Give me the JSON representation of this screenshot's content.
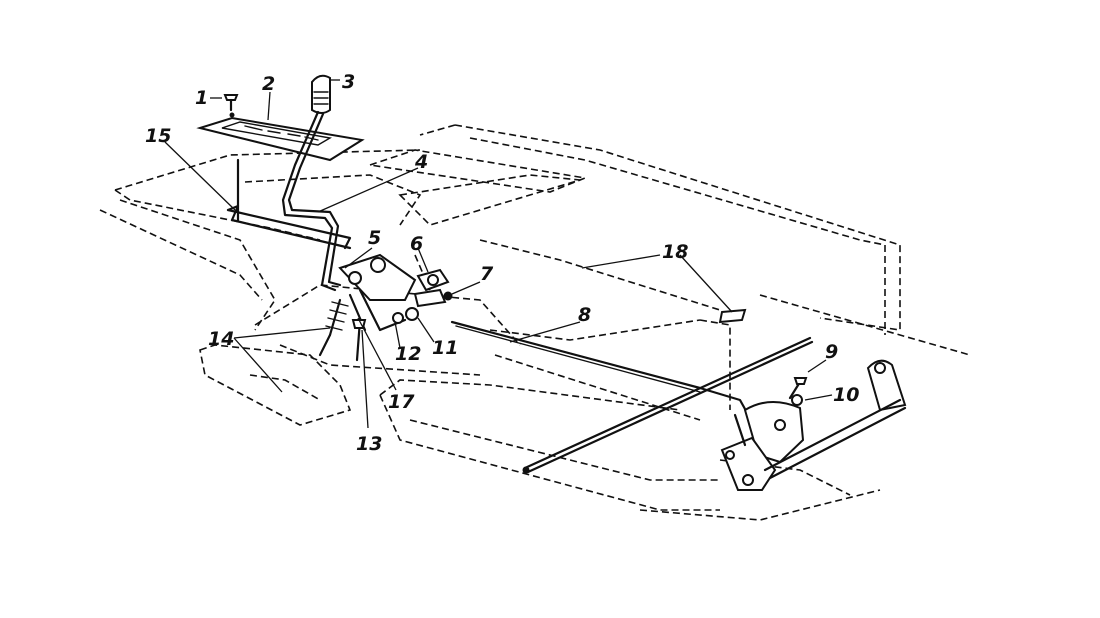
{
  "callouts": [
    {
      "id": "c1",
      "text": "1"
    },
    {
      "id": "c2",
      "text": "2"
    },
    {
      "id": "c3",
      "text": "3"
    },
    {
      "id": "c4",
      "text": "4"
    },
    {
      "id": "c5",
      "text": "5"
    },
    {
      "id": "c6",
      "text": "6"
    },
    {
      "id": "c7",
      "text": "7"
    },
    {
      "id": "c8",
      "text": "8"
    },
    {
      "id": "c9",
      "text": "9"
    },
    {
      "id": "c10",
      "text": "10"
    },
    {
      "id": "c11",
      "text": "11"
    },
    {
      "id": "c12",
      "text": "12"
    },
    {
      "id": "c13",
      "text": "13"
    },
    {
      "id": "c14",
      "text": "14"
    },
    {
      "id": "c15",
      "text": "15"
    },
    {
      "id": "c17",
      "text": "17"
    },
    {
      "id": "c18",
      "text": "18"
    }
  ],
  "colors": {
    "ink": "#111111",
    "paper": "#ffffff"
  }
}
